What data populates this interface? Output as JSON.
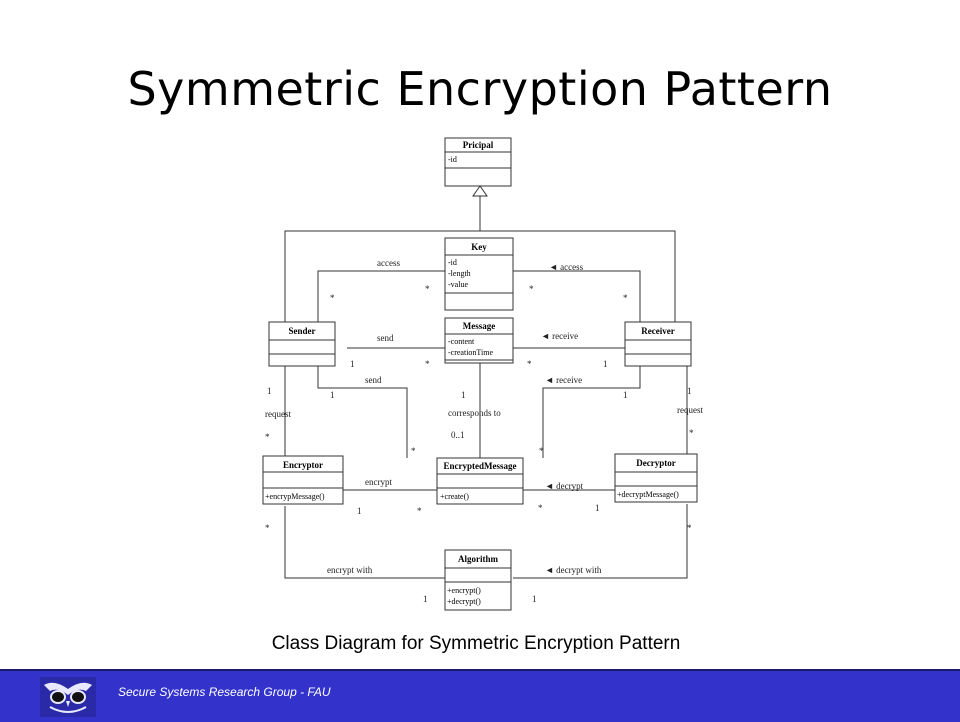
{
  "slide": {
    "title": "Symmetric Encryption Pattern",
    "caption": "Class Diagram for Symmetric Encryption Pattern"
  },
  "footer": {
    "text": "Secure Systems Research Group - FAU",
    "logo_icon": "owl-logo-icon",
    "bar_color": "#3333cc"
  },
  "diagram": {
    "classes": {
      "principal": {
        "name": "Pricipal",
        "members": [
          "-id"
        ]
      },
      "key": {
        "name": "Key",
        "members": [
          "-id",
          "-length",
          "-value"
        ]
      },
      "message": {
        "name": "Message",
        "members": [
          "-content",
          "-creationTime"
        ]
      },
      "sender": {
        "name": "Sender",
        "members": []
      },
      "receiver": {
        "name": "Receiver",
        "members": []
      },
      "encryptor": {
        "name": "Encryptor",
        "members": [
          "+encrypMessage()"
        ]
      },
      "encrypted_message": {
        "name": "EncryptedMessage",
        "members": [
          "+create()"
        ]
      },
      "decryptor": {
        "name": "Decryptor",
        "members": [
          "+decryptMessage()"
        ]
      },
      "algorithm": {
        "name": "Algorithm",
        "members": [
          "+encrypt()",
          "+decrypt()"
        ]
      }
    },
    "labels": {
      "access_left": "access",
      "access_right": "◄ access",
      "send_top": "send",
      "receive_top": "◄ receive",
      "send_bottom": "send",
      "receive_bottom": "◄ receive",
      "corresponds_to": "corresponds to",
      "request_left": "request",
      "request_right": "request",
      "encrypt": "encrypt",
      "decrypt": "◄ decrypt",
      "encrypt_with": "encrypt with",
      "decrypt_with": "◄ decrypt with"
    },
    "multiplicities": {
      "sender_key": "*",
      "key_sender": "*",
      "key_receiver": "*",
      "receiver_key": "*",
      "sender_msg": "1",
      "msg_sender": "*",
      "msg_receiver": "*",
      "receiver_msg": "1",
      "sender_enc_one": "1",
      "encmsg_sender": "*",
      "msg_encmsg_one": "1",
      "encmsg_msg": "0..1",
      "encmsg_receiver": "*",
      "receiver_encmsg": "1",
      "sender_request": "1",
      "encryptor_request": "*",
      "receiver_request": "1",
      "decryptor_request": "*",
      "encryptor_encmsg": "1",
      "encmsg_encryptor": "*",
      "encmsg_decryptor": "*",
      "decryptor_encmsg": "1",
      "encryptor_alg": "*",
      "decryptor_alg": "*",
      "alg_left": "1",
      "alg_right": "1"
    }
  }
}
